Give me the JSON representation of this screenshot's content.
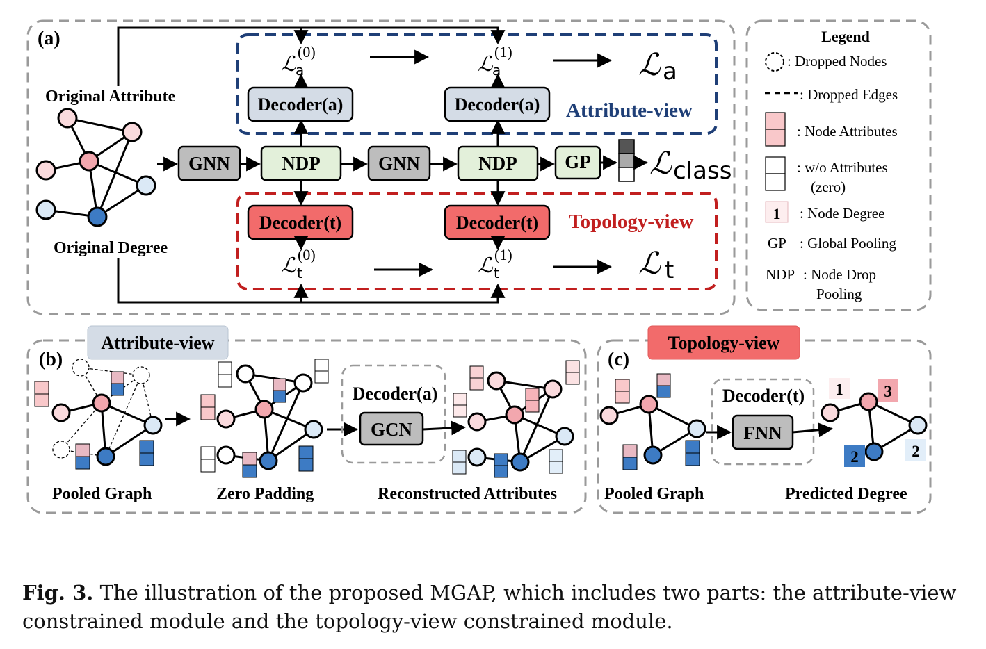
{
  "panel_a": {
    "label": "(a)",
    "original_attribute": "Original Attribute",
    "original_degree": "Original Degree",
    "gnn": "GNN",
    "ndp": "NDP",
    "gp": "GP",
    "decoder_a": "Decoder(a)",
    "decoder_t": "Decoder(t)",
    "attribute_view": "Attribute-view",
    "topology_view": "Topology-view",
    "loss_script": "ℒ",
    "loss_a_sub": "a",
    "loss_t_sub": "t",
    "loss_class_sub": "class",
    "sup_0": "(0)",
    "sup_1": "(1)"
  },
  "legend": {
    "title": "Legend",
    "dropped_nodes": ": Dropped Nodes",
    "dropped_edges": ": Dropped Edges",
    "node_attributes": ": Node Attributes",
    "wo_attributes_1": ": w/o Attributes",
    "wo_attributes_2": "(zero)",
    "degree_example": "1",
    "node_degree": ": Node Degree",
    "gp_key": "GP",
    "gp_desc": ": Global Pooling",
    "ndp_key": "NDP",
    "ndp_desc_1": ": Node Drop",
    "ndp_desc_2": "Pooling"
  },
  "panel_b": {
    "label": "(b)",
    "tag": "Attribute-view",
    "decoder": "Decoder(a)",
    "gcn": "GCN",
    "pooled_graph": "Pooled Graph",
    "zero_padding": "Zero Padding",
    "reconstructed": "Reconstructed Attributes"
  },
  "panel_c": {
    "label": "(c)",
    "tag": "Topology-view",
    "decoder": "Decoder(t)",
    "fnn": "FNN",
    "pooled_graph": "Pooled Graph",
    "predicted_degree": "Predicted Degree",
    "degrees": [
      "1",
      "3",
      "2",
      "2"
    ]
  },
  "caption": {
    "fig": "Fig. 3.",
    "text": " The illustration of the proposed MGAP, which includes two parts: the attribute-view constrained module and the topology-view constrained module."
  },
  "colors": {
    "blue_dashed": "#1f3f77",
    "red_dashed": "#c11f1f",
    "decoder_a_fill": "#d4dce6",
    "decoder_t_fill": "#f26b6b",
    "ndp_fill": "#e3f0da",
    "gnn_fill": "#bdbdbd",
    "pink_node": "#fadadd",
    "dark_pink_node": "#f2a7ae",
    "light_blue_node": "#dbe9f6",
    "dark_blue_node": "#3d7bc4"
  }
}
